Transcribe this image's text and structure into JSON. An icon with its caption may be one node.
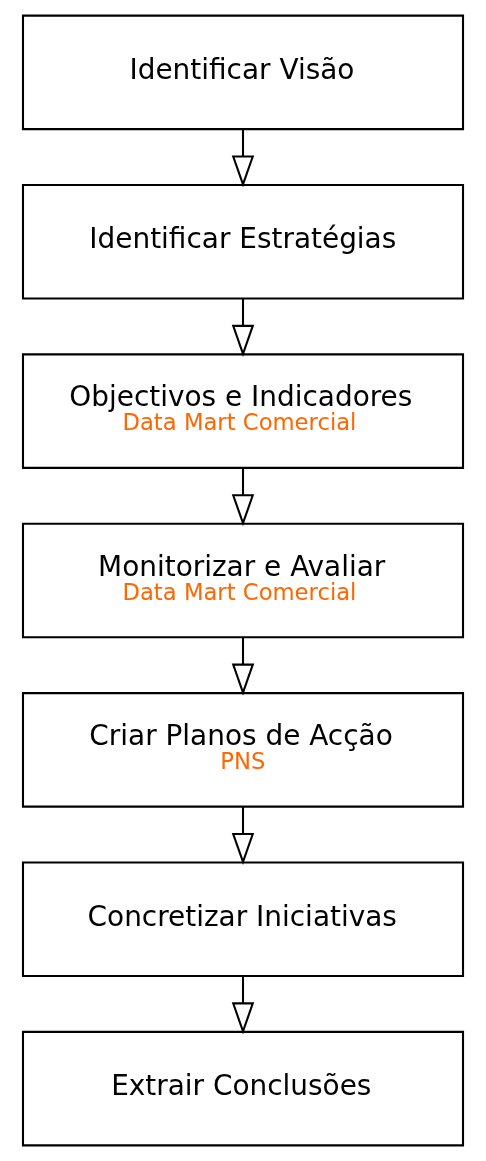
{
  "diagram": {
    "nodes": [
      {
        "text": [
          "Identificar Visão"
        ]
      },
      {
        "text": [
          "Identificar Estratégias"
        ]
      },
      {
        "text": [
          "Objectivos e Indicadores",
          "Data Mart Comercial"
        ]
      },
      {
        "text": [
          "Monitorizar e Avaliar",
          "Data Mart Comercial"
        ]
      },
      {
        "text": [
          "Criar Planos de Acção",
          "PNS"
        ]
      },
      {
        "text": [
          "Concretizar Iniciativas"
        ]
      },
      {
        "text": [
          "Extrair Conclusões"
        ]
      }
    ],
    "edges": [
      {
        "from": 0,
        "to": 1,
        "arrow": "to"
      },
      {
        "from": 1,
        "to": 2,
        "arrow": "to"
      },
      {
        "from": 2,
        "to": 3,
        "arrow": "to"
      },
      {
        "from": 3,
        "to": 4,
        "arrow": "to"
      },
      {
        "from": 4,
        "to": 5,
        "arrow": "to"
      },
      {
        "from": 5,
        "to": 6,
        "arrow": "to"
      }
    ]
  }
}
